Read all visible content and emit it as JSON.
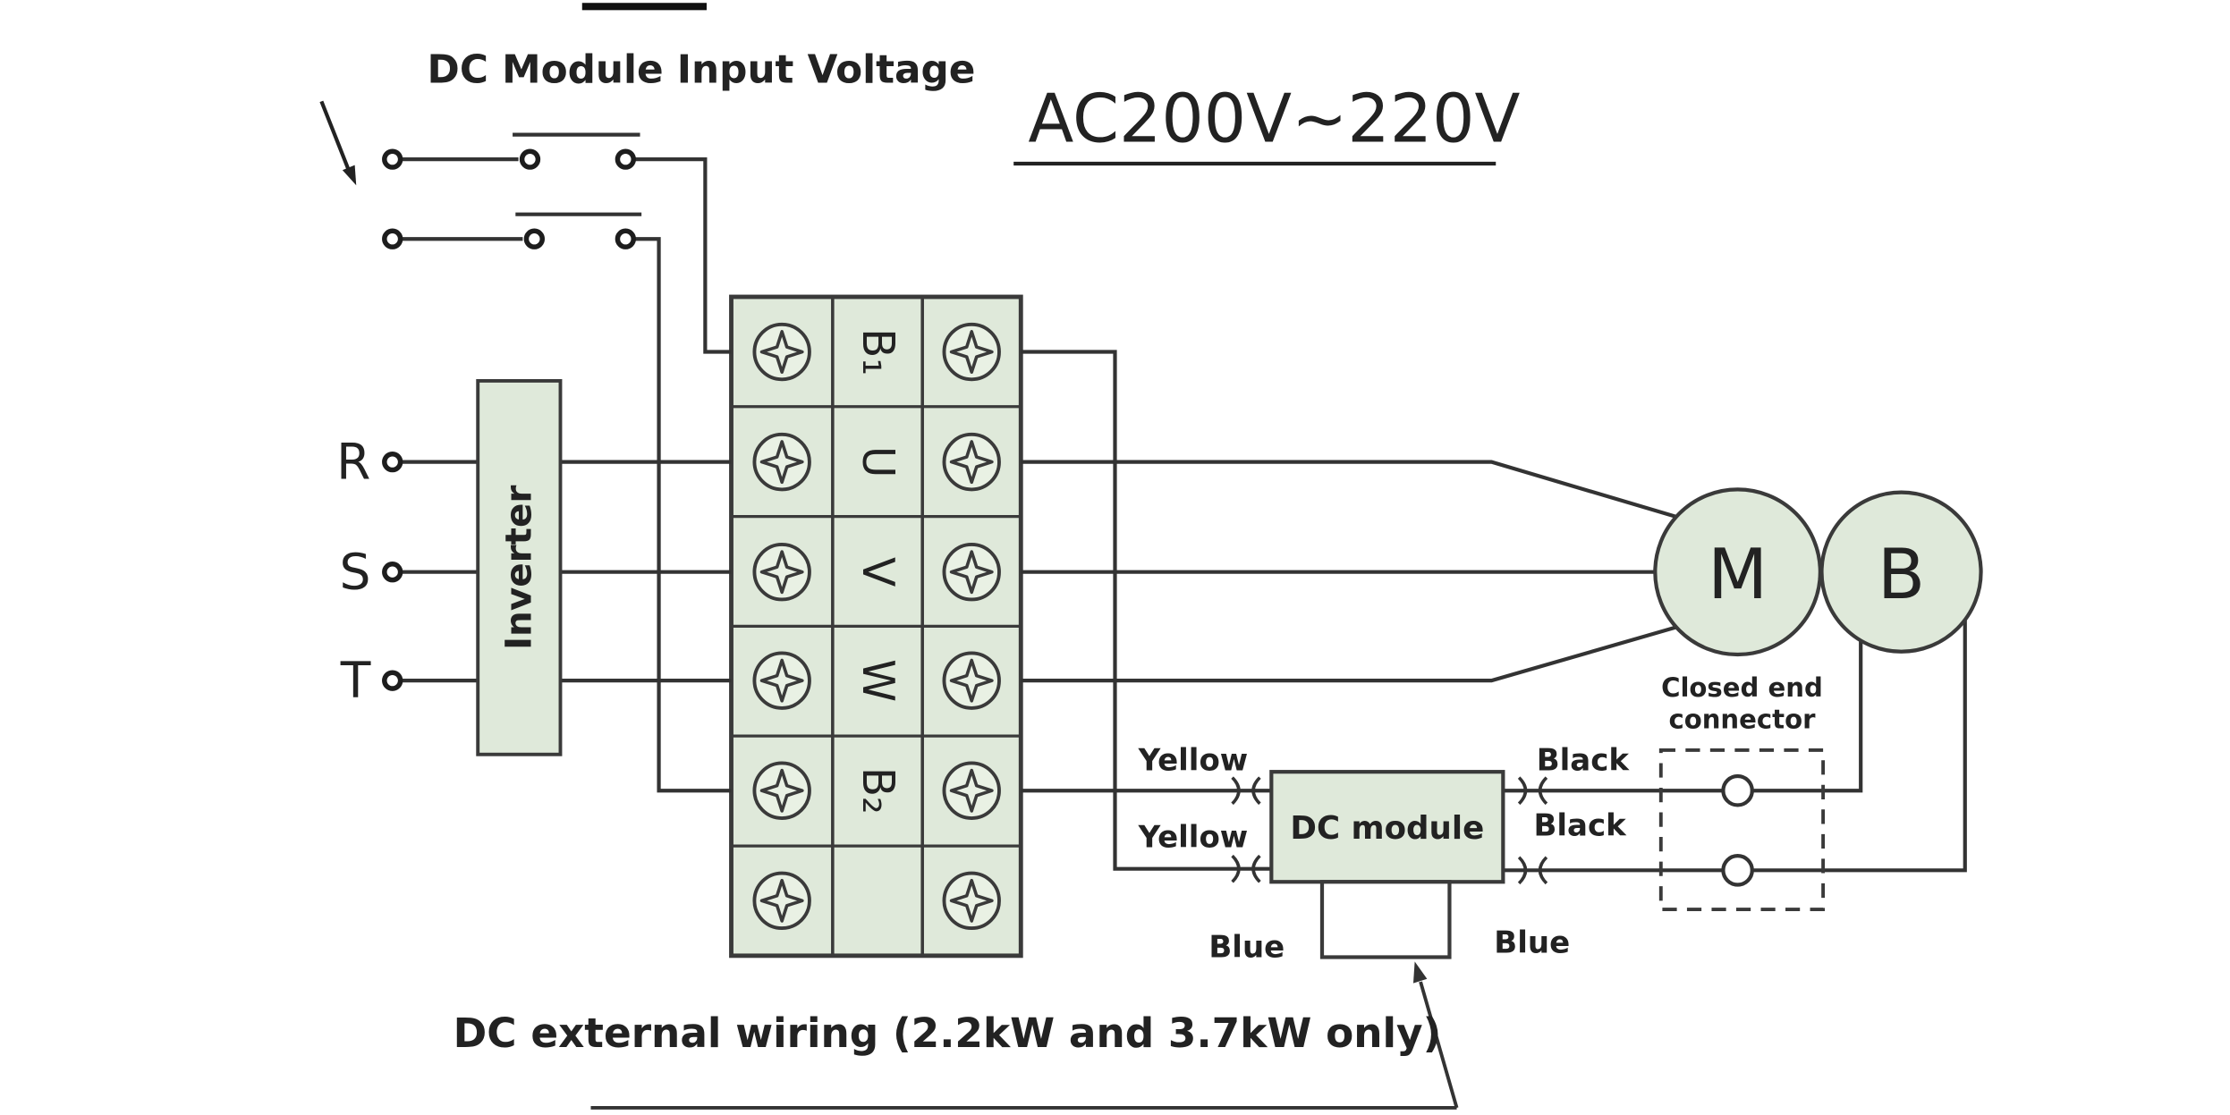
{
  "diagram": {
    "title": "DC Module Input Voltage",
    "voltage": "AC200V~220V",
    "caption": "DC external wiring (2.2kW and 3.7kW only)"
  },
  "inverter": {
    "label": "Inverter"
  },
  "phases": {
    "r": "R",
    "s": "S",
    "t": "T"
  },
  "terminal_block": {
    "terminals": [
      "B₁",
      "U",
      "V",
      "W",
      "B₂"
    ]
  },
  "motor": {
    "label": "M"
  },
  "brake": {
    "label": "B"
  },
  "dc_module": {
    "label": "DC module"
  },
  "closed_end_connector": {
    "line1": "Closed end",
    "line2": "connector"
  },
  "wire_labels": {
    "yellow_top": "Yellow",
    "yellow_bottom": "Yellow",
    "black_top": "Black",
    "black_bottom": "Black",
    "blue_left": "Blue",
    "blue_right": "Blue"
  },
  "colors": {
    "component_fill": "#dfe9da",
    "screw_fill": "#e9f1e4",
    "line": "#333333",
    "text": "#111111",
    "background": "#ffffff"
  }
}
